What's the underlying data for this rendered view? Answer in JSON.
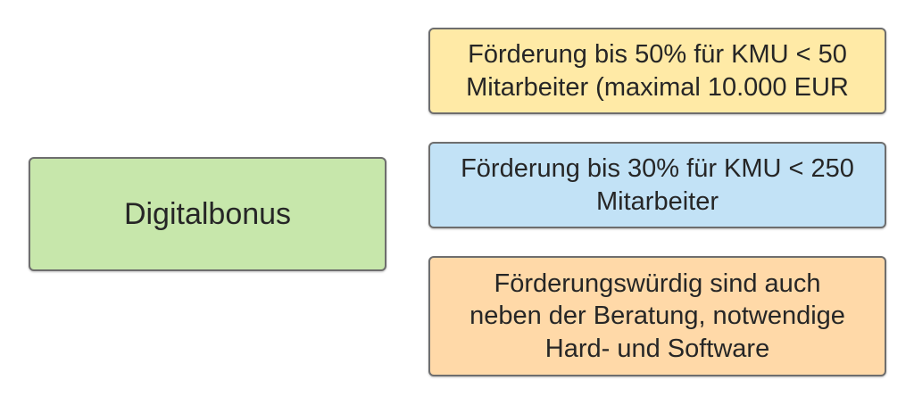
{
  "diagram": {
    "main_node": {
      "label": "Digitalbonus",
      "color": "#c7e7ab"
    },
    "nodes": [
      {
        "label": "Förderung bis 50% für KMU < 50\nMitarbeiter (maximal 10.000 EUR",
        "color": "#ffeaa6"
      },
      {
        "label": "Förderung bis 30% für KMU < 250\nMitarbeiter",
        "color": "#c2e2f6"
      },
      {
        "label": "Förderungswürdig sind auch\nneben der Beratung, notwendige\nHard- und Software",
        "color": "#ffd9a8"
      }
    ]
  }
}
